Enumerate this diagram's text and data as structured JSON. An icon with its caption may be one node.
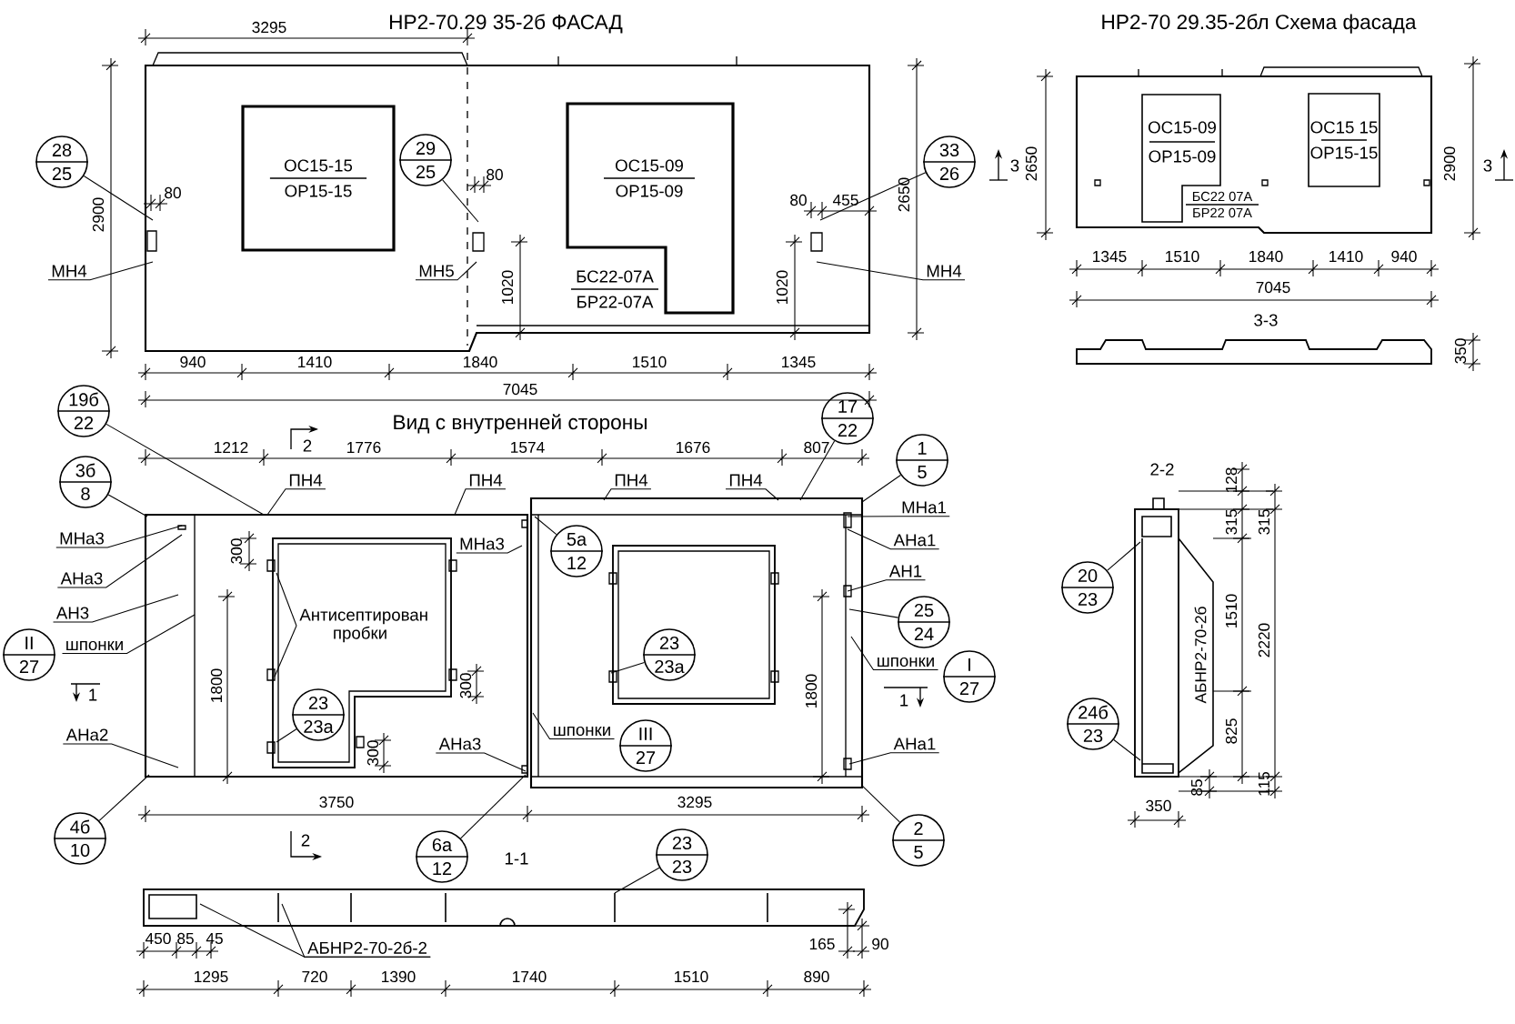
{
  "diagram": {
    "nodes": [
      {
        "text": [],
        "shape": "box"
      },
      {
        "text": [
          "ОС15-15",
          "ОР15-15"
        ],
        "in": 0
      },
      {
        "text": [
          "ОС15-09",
          "ОР15-09"
        ],
        "beside": [
          "БС22-07А",
          "БР22-07А"
        ],
        "in": 0
      },
      {
        "text": [
          "28",
          "25"
        ]
      },
      {
        "text": [
          "29",
          "25"
        ],
        "in": 0
      },
      {
        "text": [
          "33",
          "26"
        ]
      },
      {
        "text": [
          "МН4"
        ]
      },
      {
        "text": [
          "МН5"
        ],
        "in": 0
      },
      {
        "text": [
          "МН4"
        ]
      },
      {
        "text": [],
        "shape": "box"
      },
      {
        "text": [
          "ОС15-09",
          "ОР15-09"
        ],
        "beside": [
          "БС22 07А",
          "БР22 07А"
        ],
        "in": 9
      },
      {
        "text": [
          "ОС15 15",
          "ОР15-15"
        ],
        "in": 9
      },
      {
        "text": [
          "19б",
          "22"
        ]
      },
      {
        "text": [
          "3б",
          "8"
        ]
      },
      {
        "text": [
          "МНа3"
        ]
      },
      {
        "text": [
          "АНа3"
        ]
      },
      {
        "text": [
          "АН3"
        ]
      },
      {
        "text": [
          "II",
          "27"
        ]
      },
      {
        "text": [
          "шпонки"
        ]
      },
      {
        "text": [
          "АНа2"
        ]
      },
      {
        "text": [
          "4б",
          "10"
        ]
      },
      {
        "text": [
          "ПН4"
        ]
      },
      {
        "text": [
          "ПН4"
        ]
      },
      {
        "text": [
          "ПН4"
        ]
      },
      {
        "text": [
          "ПН4"
        ]
      },
      {
        "text": [],
        "shape": "box"
      },
      {
        "text": [
          "Антисептирован пробки"
        ],
        "in": 25
      },
      {
        "text": [
          "23",
          "23а"
        ],
        "in": 25
      },
      {
        "text": [
          "МНа3"
        ],
        "in": 25
      },
      {
        "text": [
          "АНа3"
        ],
        "in": 25
      },
      {
        "text": [],
        "shape": "box"
      },
      {
        "text": [
          "5а",
          "12"
        ],
        "in": 30
      },
      {
        "text": [
          "23",
          "23а"
        ],
        "in": 30
      },
      {
        "text": [
          "шпонки"
        ],
        "in": 30
      },
      {
        "text": [
          "III",
          "27"
        ],
        "in": 30
      },
      {
        "text": [
          "6а",
          "12"
        ]
      },
      {
        "text": [
          "17",
          "22"
        ]
      },
      {
        "text": [
          "1",
          "5"
        ]
      },
      {
        "text": [
          "МНа1"
        ]
      },
      {
        "text": [
          "АНа1"
        ]
      },
      {
        "text": [
          "АН1"
        ]
      },
      {
        "text": [
          "25",
          "24"
        ]
      },
      {
        "text": [
          "шпонки"
        ]
      },
      {
        "text": [
          "I",
          "27"
        ]
      },
      {
        "text": [
          "АНа1"
        ]
      },
      {
        "text": [
          "2",
          "5"
        ]
      },
      {
        "text": [],
        "shape": "bar"
      },
      {
        "text": [
          "20",
          "23"
        ]
      },
      {
        "text": [
          "24б",
          "23"
        ]
      },
      {
        "text": [],
        "shape": "bar"
      },
      {
        "text": [
          "23",
          "23"
        ]
      },
      {
        "text": [
          "АБНР2-70-2б-2"
        ]
      }
    ],
    "edges": [
      {
        "from": 3,
        "to": 0,
        "arrow": "none"
      },
      {
        "from": 4,
        "to": 0,
        "arrow": "none"
      },
      {
        "from": 5,
        "to": 0,
        "arrow": "none"
      },
      {
        "from": 6,
        "to": 0,
        "arrow": "none"
      },
      {
        "from": 7,
        "to": 0,
        "arrow": "none"
      },
      {
        "from": 8,
        "to": 0,
        "arrow": "none"
      },
      {
        "from": 12,
        "to": 25,
        "arrow": "none"
      },
      {
        "from": 13,
        "to": 25,
        "arrow": "none"
      },
      {
        "from": 14,
        "to": 25,
        "arrow": "none"
      },
      {
        "from": 15,
        "to": 25,
        "arrow": "none"
      },
      {
        "from": 16,
        "to": 25,
        "arrow": "none"
      },
      {
        "from": 18,
        "to": 25,
        "arrow": "none"
      },
      {
        "from": 19,
        "to": 25,
        "arrow": "none"
      },
      {
        "from": 20,
        "to": 25,
        "arrow": "none"
      },
      {
        "from": 21,
        "to": 25,
        "arrow": "none"
      },
      {
        "from": 22,
        "to": 25,
        "arrow": "none"
      },
      {
        "from": 23,
        "to": 30,
        "arrow": "none"
      },
      {
        "from": 24,
        "to": 30,
        "arrow": "none"
      },
      {
        "from": 26,
        "to": 25,
        "arrow": "none"
      },
      {
        "from": 26,
        "to": 25,
        "arrow": "none"
      },
      {
        "from": 27,
        "to": 25,
        "arrow": "none"
      },
      {
        "from": 28,
        "to": 25,
        "arrow": "none"
      },
      {
        "from": 29,
        "to": 25,
        "arrow": "none"
      },
      {
        "from": 31,
        "to": 30,
        "arrow": "none"
      },
      {
        "from": 32,
        "to": 30,
        "arrow": "none"
      },
      {
        "from": 33,
        "to": 30,
        "arrow": "none"
      },
      {
        "from": 35,
        "to": 25,
        "arrow": "none"
      },
      {
        "from": 36,
        "to": 30,
        "arrow": "none"
      },
      {
        "from": 37,
        "to": 30,
        "arrow": "none"
      },
      {
        "from": 38,
        "to": 30,
        "arrow": "none"
      },
      {
        "from": 39,
        "to": 30,
        "arrow": "none"
      },
      {
        "from": 40,
        "to": 30,
        "arrow": "none"
      },
      {
        "from": 41,
        "to": 30,
        "arrow": "none"
      },
      {
        "from": 42,
        "to": 30,
        "arrow": "none"
      },
      {
        "from": 44,
        "to": 30,
        "arrow": "none"
      },
      {
        "from": 45,
        "to": 30,
        "arrow": "none"
      },
      {
        "from": 47,
        "to": 46,
        "arrow": "none"
      },
      {
        "from": 48,
        "to": 46,
        "arrow": "none"
      },
      {
        "from": 50,
        "to": 49,
        "arrow": "none"
      },
      {
        "from": 51,
        "to": 49,
        "arrow": "none"
      },
      {
        "from": 51,
        "to": 49,
        "arrow": "none"
      }
    ],
    "labels": [
      "НР2-70.29 35-2б ФАСАД",
      "3295",
      "2900",
      "80",
      "80",
      "1020",
      "80",
      "455",
      "1020",
      "2650",
      "940",
      "1410",
      "1840",
      "1510",
      "1345",
      "7045",
      "НР2-70 29.35-2бл Схема фасада",
      "2650",
      "3",
      "2900",
      "3",
      "1345",
      "1510",
      "1840",
      "1410",
      "940",
      "7045",
      "3-3",
      "350",
      "2",
      "Вид с внутренней стороны",
      "1212",
      "1776",
      "1574",
      "1676",
      "807",
      "300",
      "1800",
      "1",
      "300",
      "300",
      "1800",
      "1",
      "3750",
      "3295",
      "2",
      "1-1",
      "2-2",
      "128",
      "315",
      "315",
      "АБНР2-70-2б",
      "1510",
      "2220",
      "825",
      "85",
      "115",
      "350",
      "450",
      "85",
      "45",
      "165",
      "90",
      "1295",
      "720",
      "1390",
      "1740",
      "1510",
      "890"
    ]
  }
}
